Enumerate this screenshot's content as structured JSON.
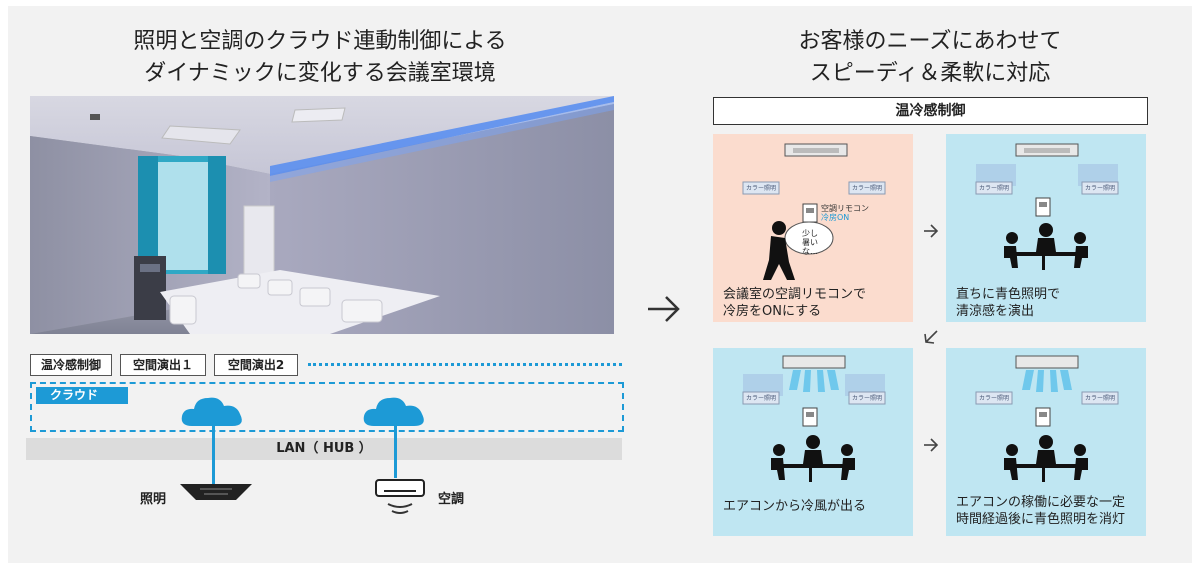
{
  "left": {
    "title_line1": "照明と空調のクラウド連動制御による",
    "title_line2": "ダイナミックに変化する会議室環境",
    "tabs": [
      "温冷感制御",
      "空間演出１",
      "空間演出2"
    ],
    "cloud_label": "クラウド",
    "lan_label": "LAN（ HUB ）",
    "lighting_label": "照明",
    "aircon_label": "空調"
  },
  "right": {
    "title_line1": "お客様のニーズにあわせて",
    "title_line2": "スピーディ＆柔軟に対応",
    "section_title": "温冷感制御",
    "panels": [
      {
        "caption_line1": "会議室の空調リモコンで",
        "caption_line2": "冷房をONにする",
        "tag_left": "カラー照明",
        "tag_right": "カラー照明",
        "remote_label_line1": "空調リモコン",
        "remote_label_line2": "冷房ON",
        "bubble_line1": "少し",
        "bubble_line2": "暑いな…"
      },
      {
        "caption_line1": "直ちに青色照明で",
        "caption_line2": "清涼感を演出",
        "tag_left": "カラー照明",
        "tag_right": "カラー照明"
      },
      {
        "caption_line1": "エアコンから冷風が出る",
        "caption_line2": "",
        "tag_left": "カラー照明",
        "tag_right": "カラー照明"
      },
      {
        "caption_line1": "エアコンの稼働に必要な一定",
        "caption_line2": "時間経過後に青色照明を消灯",
        "tag_left": "カラー照明",
        "tag_right": "カラー照明"
      }
    ]
  },
  "colors": {
    "accent_blue": "#1d9ad6",
    "panel_pink": "#fbdcce",
    "panel_blue": "#bfe6f2"
  },
  "icons": [
    "cloud-icon",
    "ceiling-light-icon",
    "air-conditioner-icon",
    "arrow-right-icon",
    "arrow-down-left-icon",
    "meeting-people-icon",
    "person-icon",
    "remote-icon",
    "ceiling-ac-icon"
  ]
}
